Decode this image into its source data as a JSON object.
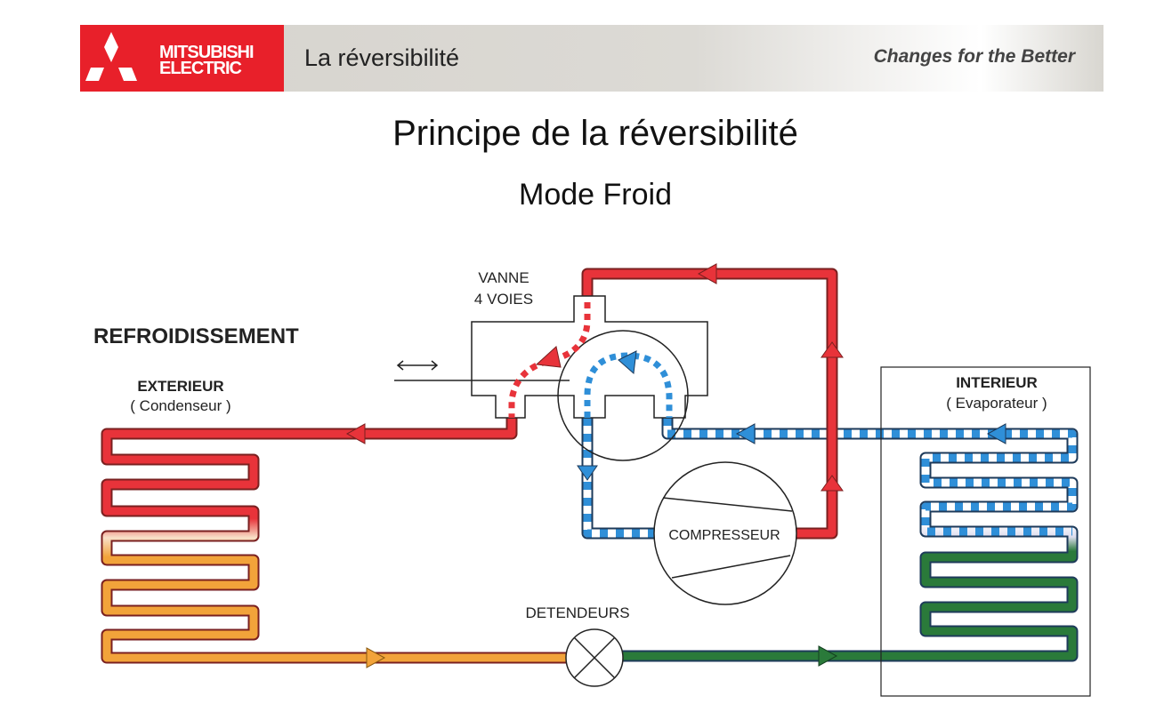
{
  "header": {
    "brand": "MITSUBISHI ELECTRIC",
    "brand_line1": "MITSUBISHI",
    "brand_line2": "ELECTRIC",
    "section_title": "La réversibilité",
    "tagline": "Changes for the Better"
  },
  "slide": {
    "title": "Principe de la réversibilité",
    "subtitle": "Mode Froid"
  },
  "diagram": {
    "mode_label": "REFROIDISSEMENT",
    "valve_label_1": "VANNE",
    "valve_label_2": "4 VOIES",
    "exterior_label": "EXTERIEUR",
    "exterior_sub": "( Condenseur )",
    "interior_label": "INTERIEUR",
    "interior_sub": "( Evaporateur )",
    "compressor_label": "COMPRESSEUR",
    "expansion_label": "DETENDEURS",
    "colors": {
      "hot": "#e8333a",
      "cold": "#2f8fd8",
      "liquid_warm": "#f2a33a",
      "liquid_cold": "#2a7a3a"
    }
  }
}
